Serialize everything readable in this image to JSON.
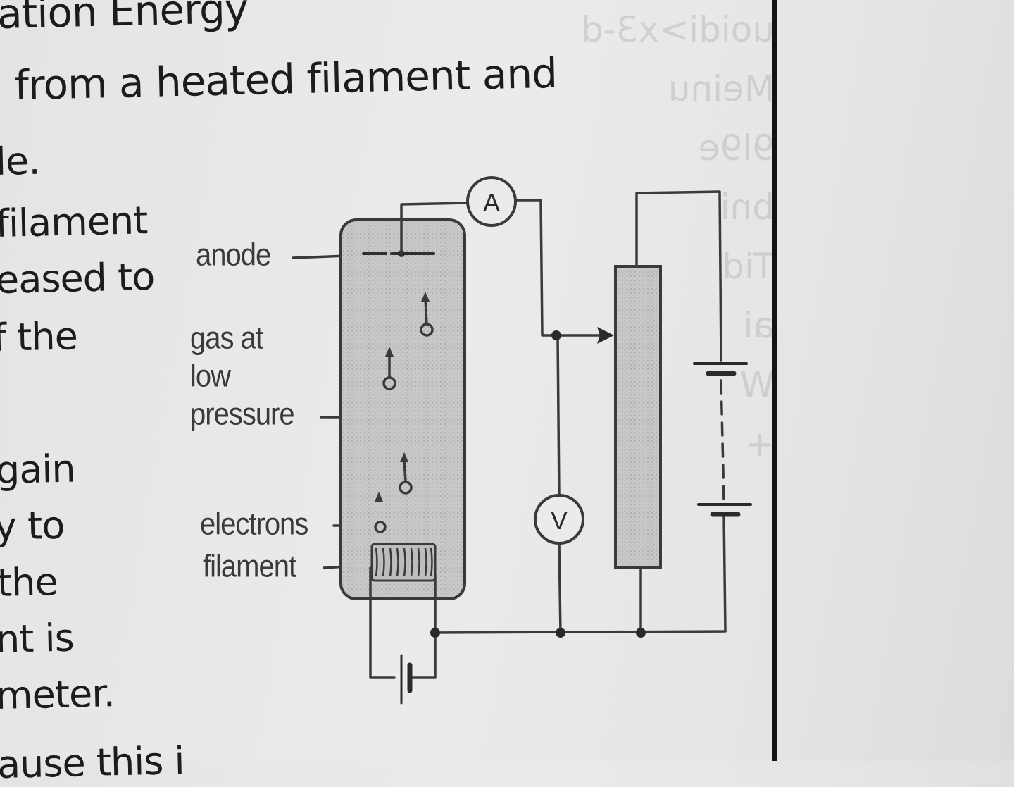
{
  "text_lines": [
    "ation Energy",
    "l from a heated filament and",
    "le.",
    "filament",
    "eased to",
    "f the",
    "gain",
    "y to",
    " the",
    "nt is",
    "meter.",
    "ause this i"
  ],
  "diagram": {
    "labels": {
      "anode": "anode",
      "gas": [
        "gas at",
        "low",
        "pressure"
      ],
      "electrons": "electrons",
      "filament": "filament"
    },
    "meters": {
      "ammeter": "A",
      "voltmeter": "V"
    }
  },
  "ghost_text": "uoidi>x3-d\nMeinu\n9l9e\nbni\nTid\nai\nW\n+\n\n\n"
}
